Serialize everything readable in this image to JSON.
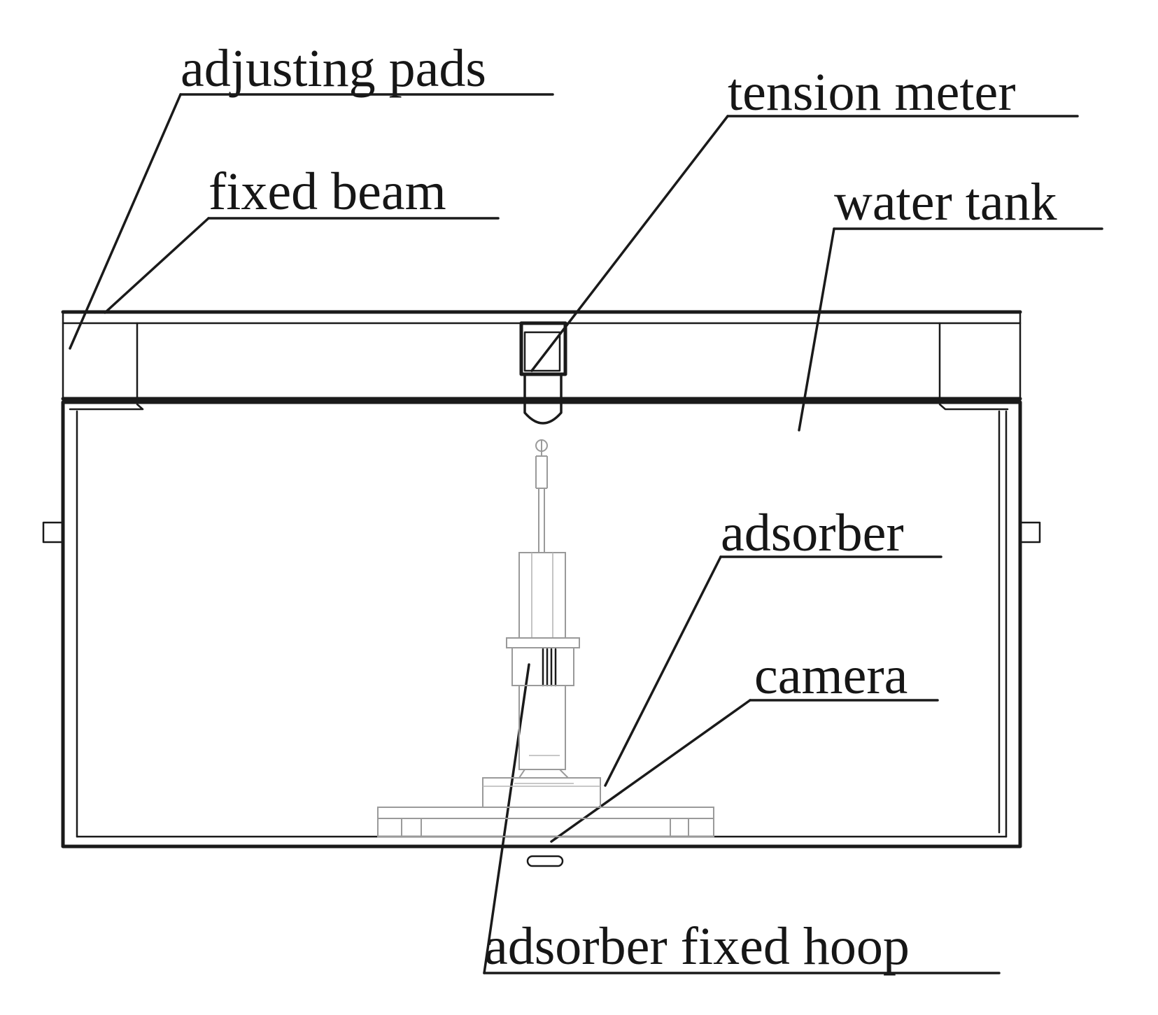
{
  "labels": {
    "adjusting_pads": "adjusting pads",
    "tension_meter": "tension meter",
    "fixed_beam": "fixed beam",
    "water_tank": "water tank",
    "adsorber": "adsorber",
    "camera": "camera",
    "adsorber_fixed_hoop": "adsorber fixed hoop"
  },
  "colors": {
    "line": "#1a1a1a",
    "text": "#161616",
    "faint_line": "#9a9a9a",
    "background": "#ffffff"
  }
}
